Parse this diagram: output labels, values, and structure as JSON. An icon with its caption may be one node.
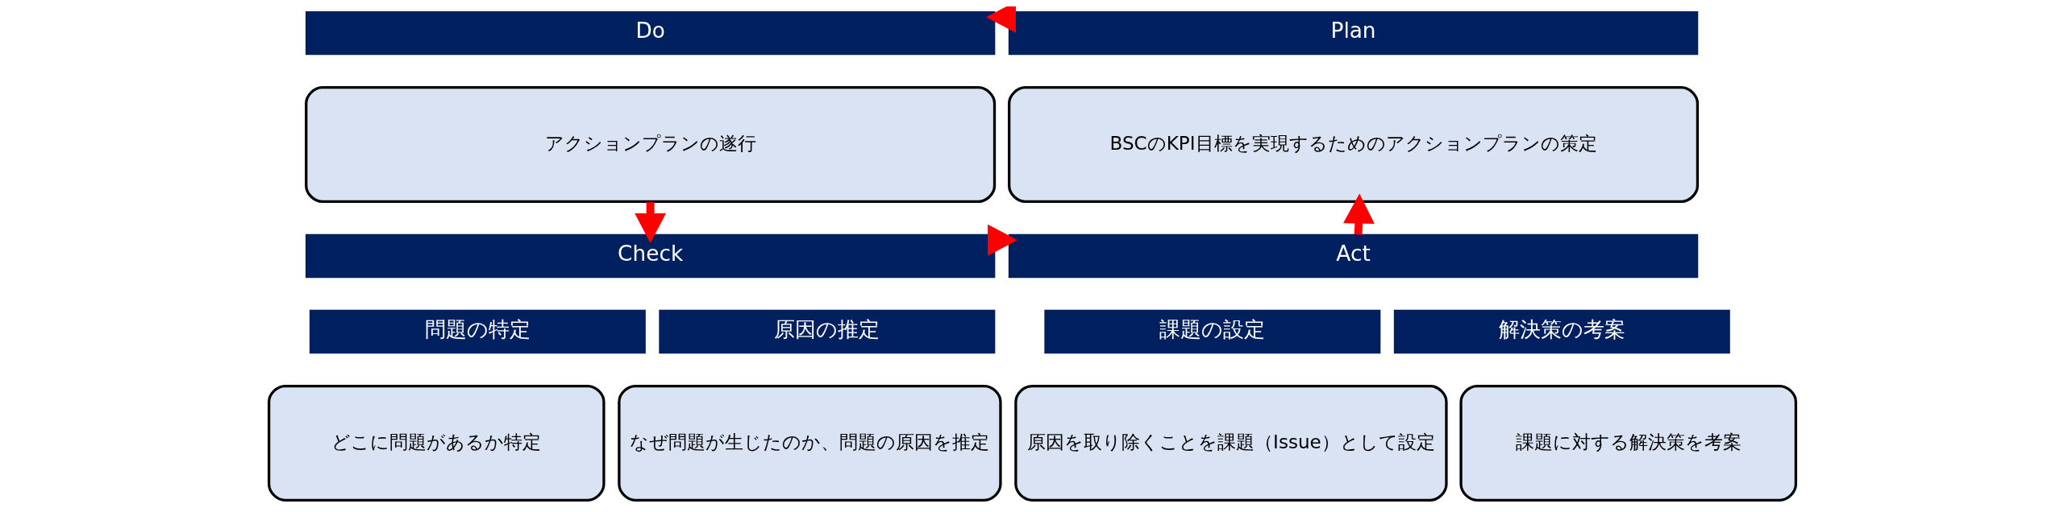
{
  "diagram": {
    "nodes": [
      {
        "text": [
          "Do"
        ]
      },
      {
        "text": [
          "Plan"
        ]
      },
      {
        "text": [
          "アクションプランの遂行"
        ]
      },
      {
        "text": [
          "BSCのKPI目標を実現するためのアクションプランの策定"
        ]
      },
      {
        "text": [
          "Check"
        ]
      },
      {
        "text": [
          "Act"
        ]
      },
      {
        "text": [
          "問題の特定"
        ]
      },
      {
        "text": [
          "原因の推定"
        ]
      },
      {
        "text": [
          "課題の設定"
        ]
      },
      {
        "text": [
          "解決策の考案"
        ]
      },
      {
        "text": [
          "どこに問題があるか特定"
        ]
      },
      {
        "text": [
          "なぜ問題が生じたのか、問題の原因を推定"
        ]
      },
      {
        "text": [
          "原因を取り除くことを課題（Issue）として設定"
        ]
      },
      {
        "text": [
          "課題に対する解決策を考案"
        ]
      }
    ],
    "edges": [
      {
        "from": 1,
        "to": 0,
        "arrow": "to"
      },
      {
        "from": 2,
        "to": 4,
        "arrow": "to"
      },
      {
        "from": 4,
        "to": 5,
        "arrow": "to"
      },
      {
        "from": 5,
        "to": 3,
        "arrow": "to"
      }
    ]
  }
}
